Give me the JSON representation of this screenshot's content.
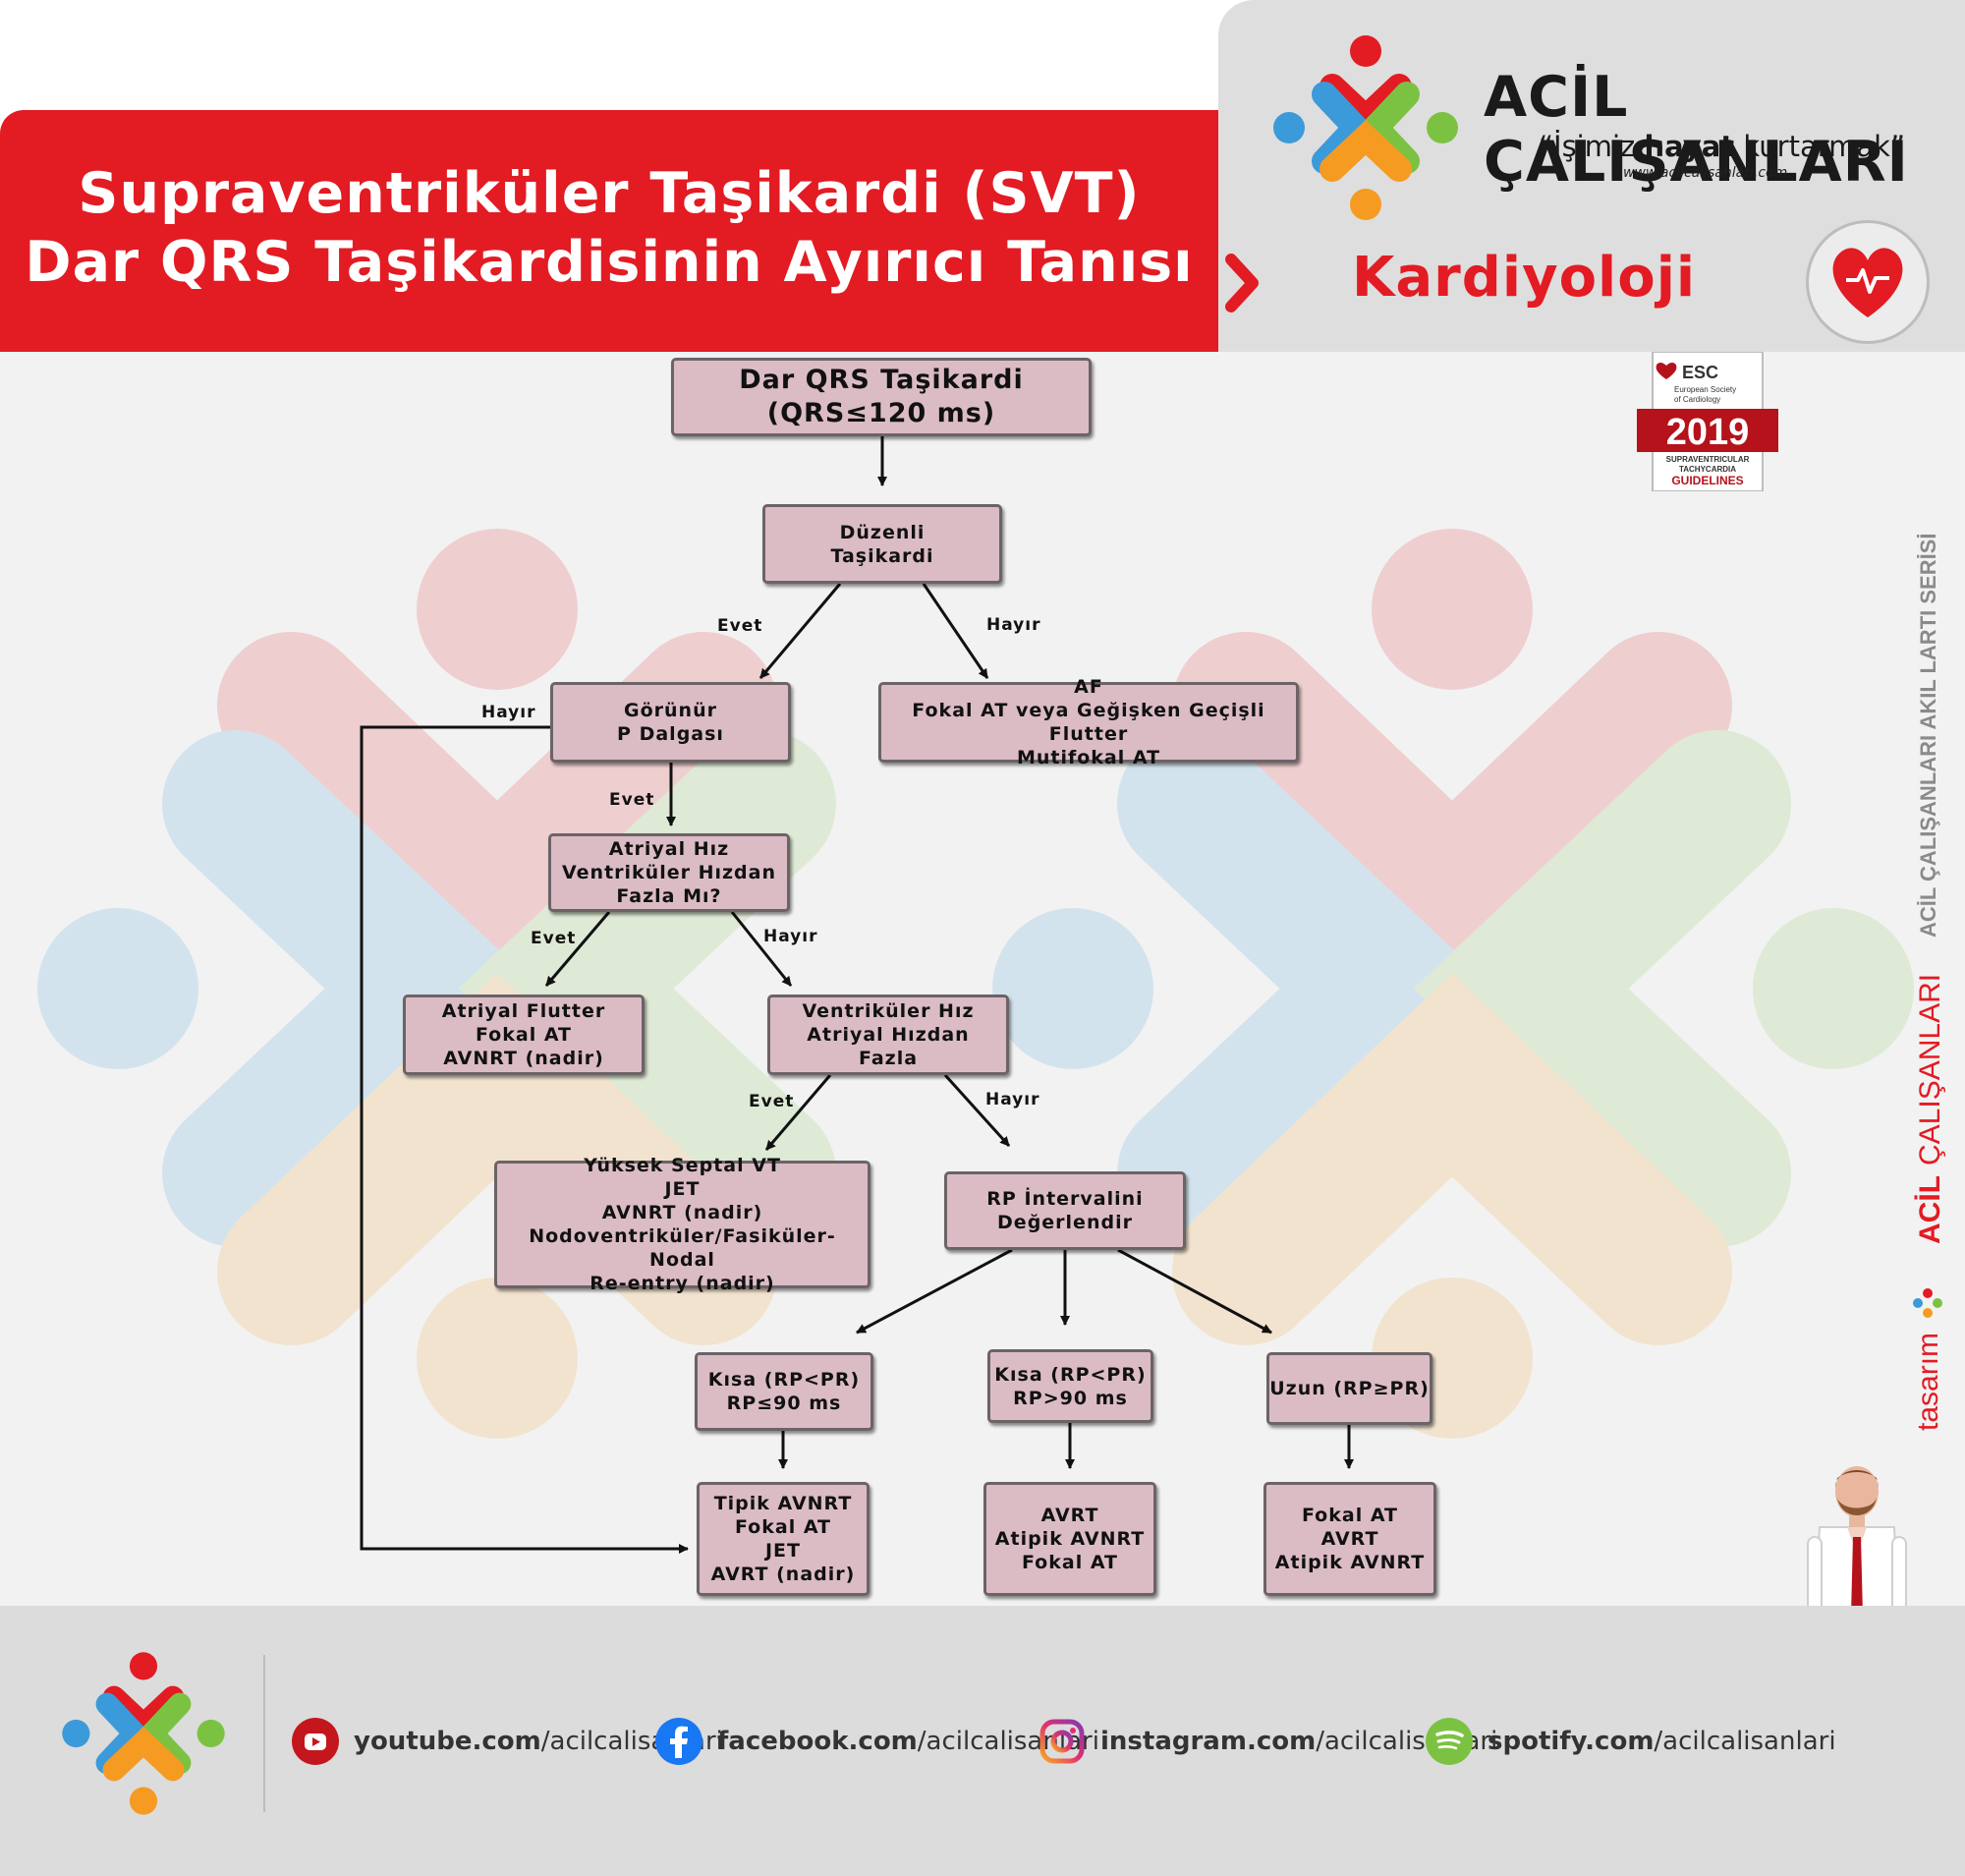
{
  "header": {
    "title_line1": "Supraventriküler Taşikardi (SVT)",
    "title_line2": "Dar QRS Taşikardisinin Ayırıcı Tanısı",
    "brand_name": "ACİL ÇALIŞANLARI",
    "tagline_open": "“İşimiz ",
    "tagline_bold": "hayat",
    "tagline_close": " kurtarmak”",
    "website": "www.acilcalisanlari.com",
    "category": "Kardiyoloji"
  },
  "esc_badge": {
    "org": "ESC",
    "org_full_1": "European Society",
    "org_full_2": "of Cardiology",
    "year": "2019",
    "sub_1": "SUPRAVENTRICULAR",
    "sub_2": "TACHYCARDIA",
    "sub_3": "GUIDELINES"
  },
  "side_text": {
    "series": "ACİL ÇALIŞANLARI AKIL LARTI SERİSİ",
    "design_prefix": "tasarım",
    "design_brand_bold": "ACİL",
    "design_brand_rest": "ÇALIŞANLARI"
  },
  "flowchart": {
    "nodes": {
      "n1": [
        "Dar QRS Taşikardi",
        "(QRS≤120 ms)"
      ],
      "n2": [
        "Düzenli",
        "Taşikardi"
      ],
      "n3": [
        "Görünür",
        "P Dalgası"
      ],
      "n4": [
        "AF",
        "Fokal AT veya Geğişken Geçişli Flutter",
        "Mutifokal AT"
      ],
      "n5": [
        "Atriyal Hız",
        "Ventriküler Hızdan",
        "Fazla Mı?"
      ],
      "n6": [
        "Atriyal Flutter",
        "Fokal AT",
        "AVNRT (nadir)"
      ],
      "n7": [
        "Ventriküler Hız",
        "Atriyal Hızdan",
        "Fazla"
      ],
      "n8": [
        "Yüksek Septal VT",
        "JET",
        "AVNRT (nadir)",
        "Nodoventriküler/Fasiküler-Nodal",
        "Re-entry (nadir)"
      ],
      "n9": [
        "RP İntervalini",
        "Değerlendir"
      ],
      "n10": [
        "Kısa (RP<PR)",
        "RP≤90 ms"
      ],
      "n11": [
        "Kısa (RP<PR)",
        "RP>90 ms"
      ],
      "n12": [
        "Uzun (RP≥PR)"
      ],
      "n13": [
        "Tipik AVNRT",
        "Fokal AT",
        "JET",
        "AVRT (nadir)"
      ],
      "n14": [
        "AVRT",
        "Atipik AVNRT",
        "Fokal AT"
      ],
      "n15": [
        "Fokal AT",
        "AVRT",
        "Atipik AVNRT"
      ]
    },
    "labels": {
      "l1": "Evet",
      "l2": "Hayır",
      "l3": "Hayır",
      "l4": "Evet",
      "l5": "Evet",
      "l6": "Hayır",
      "l7": "Evet",
      "l8": "Hayır"
    }
  },
  "footer": {
    "social": [
      {
        "icon": "youtube-icon",
        "bold": "youtube.com",
        "rest": "/acilcalisanlari"
      },
      {
        "icon": "facebook-icon",
        "bold": "facebook.com",
        "rest": "/acilcalisanlari"
      },
      {
        "icon": "instagram-icon",
        "bold": "instagram.com",
        "rest": "/acilcalisanlari"
      },
      {
        "icon": "spotify-icon",
        "bold": "spotify.com",
        "rest": "/acilcalisanlari"
      }
    ]
  },
  "colors": {
    "brand_red": "#e31b23",
    "node_fill": "#dbbcc5",
    "node_border": "#6c6367",
    "logo_red": "#e31b23",
    "logo_green": "#7cc242",
    "logo_blue": "#3b9ad9",
    "logo_orange": "#f59b22"
  }
}
